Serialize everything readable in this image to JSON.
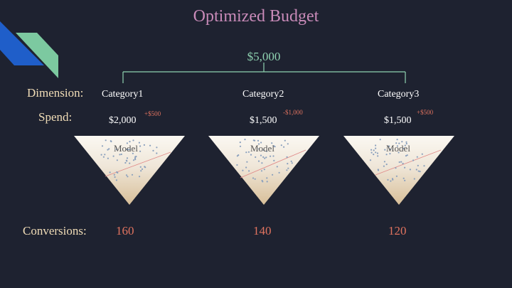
{
  "slide": {
    "title": "Optimized Budget",
    "total": "$5,000",
    "labels": {
      "dimension": "Dimension:",
      "spend": "Spend:",
      "conversions": "Conversions:"
    },
    "categories": [
      {
        "name": "Category1",
        "spend": "$2,000",
        "delta": "+$500",
        "model": "Model",
        "conversions": "160"
      },
      {
        "name": "Category2",
        "spend": "$1,500",
        "delta": "-$1,000",
        "model": "Model",
        "conversions": "140"
      },
      {
        "name": "Category3",
        "spend": "$1,500",
        "delta": "+$500",
        "model": "Model",
        "conversions": "120"
      }
    ],
    "colors": {
      "background": "#1e2230",
      "title": "#c98bb9",
      "total": "#8fd3b1",
      "label": "#f1ddb7",
      "delta": "#e0735f",
      "tree_line": "#8fd3b1",
      "accent_blue": "#1f5ec9",
      "accent_green": "#7cc9a0"
    }
  }
}
